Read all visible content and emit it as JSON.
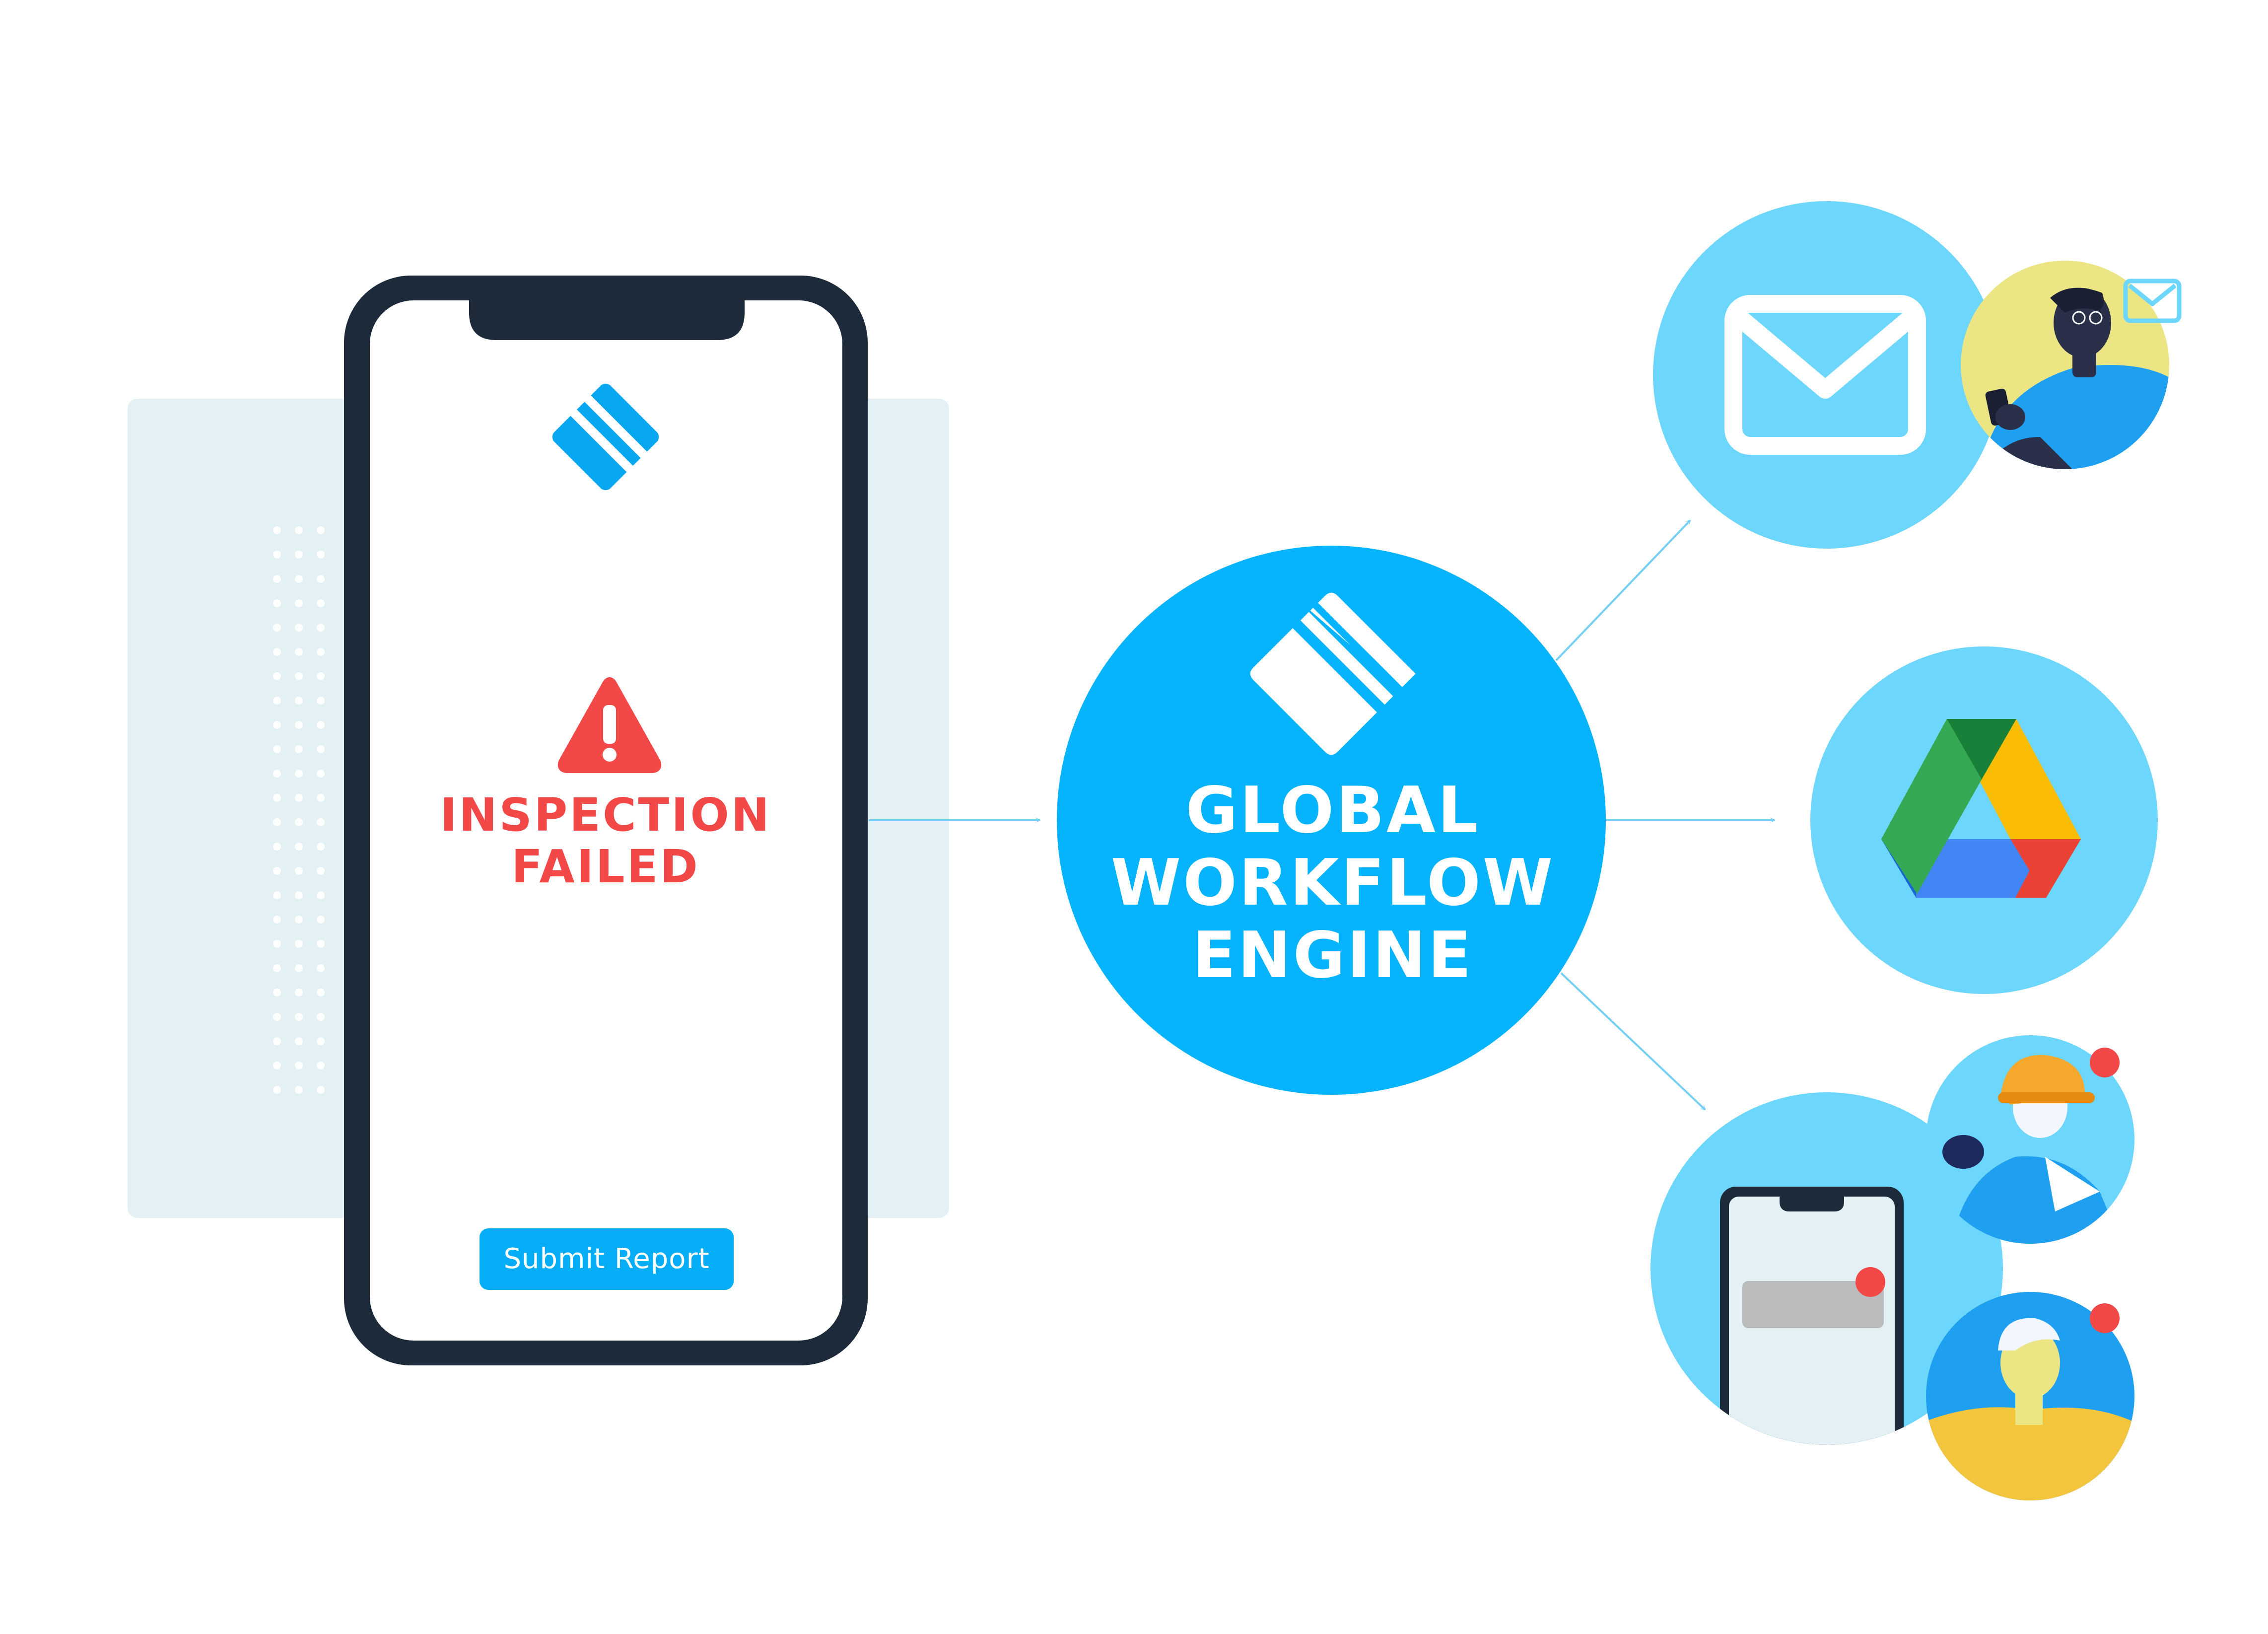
{
  "phone": {
    "alert_line1": "INSPECTION",
    "alert_line2": "FAILED",
    "submit_label": "Submit Report"
  },
  "engine": {
    "line1": "GLOBAL",
    "line2": "WORKFLOW",
    "line3": "ENGINE"
  },
  "destinations": [
    {
      "icon": "envelope-icon"
    },
    {
      "icon": "google-drive-icon"
    },
    {
      "icon": "mobile-notification-icon"
    }
  ],
  "colors": {
    "engine_blue": "#05b4fc",
    "destination_blue": "#6dd6fc",
    "alert_red": "#f34848",
    "phone_frame": "#1d2a3a",
    "button_blue": "#05acf6",
    "panel_bg": "#e3f1f5",
    "arrow": "#74cff2"
  }
}
